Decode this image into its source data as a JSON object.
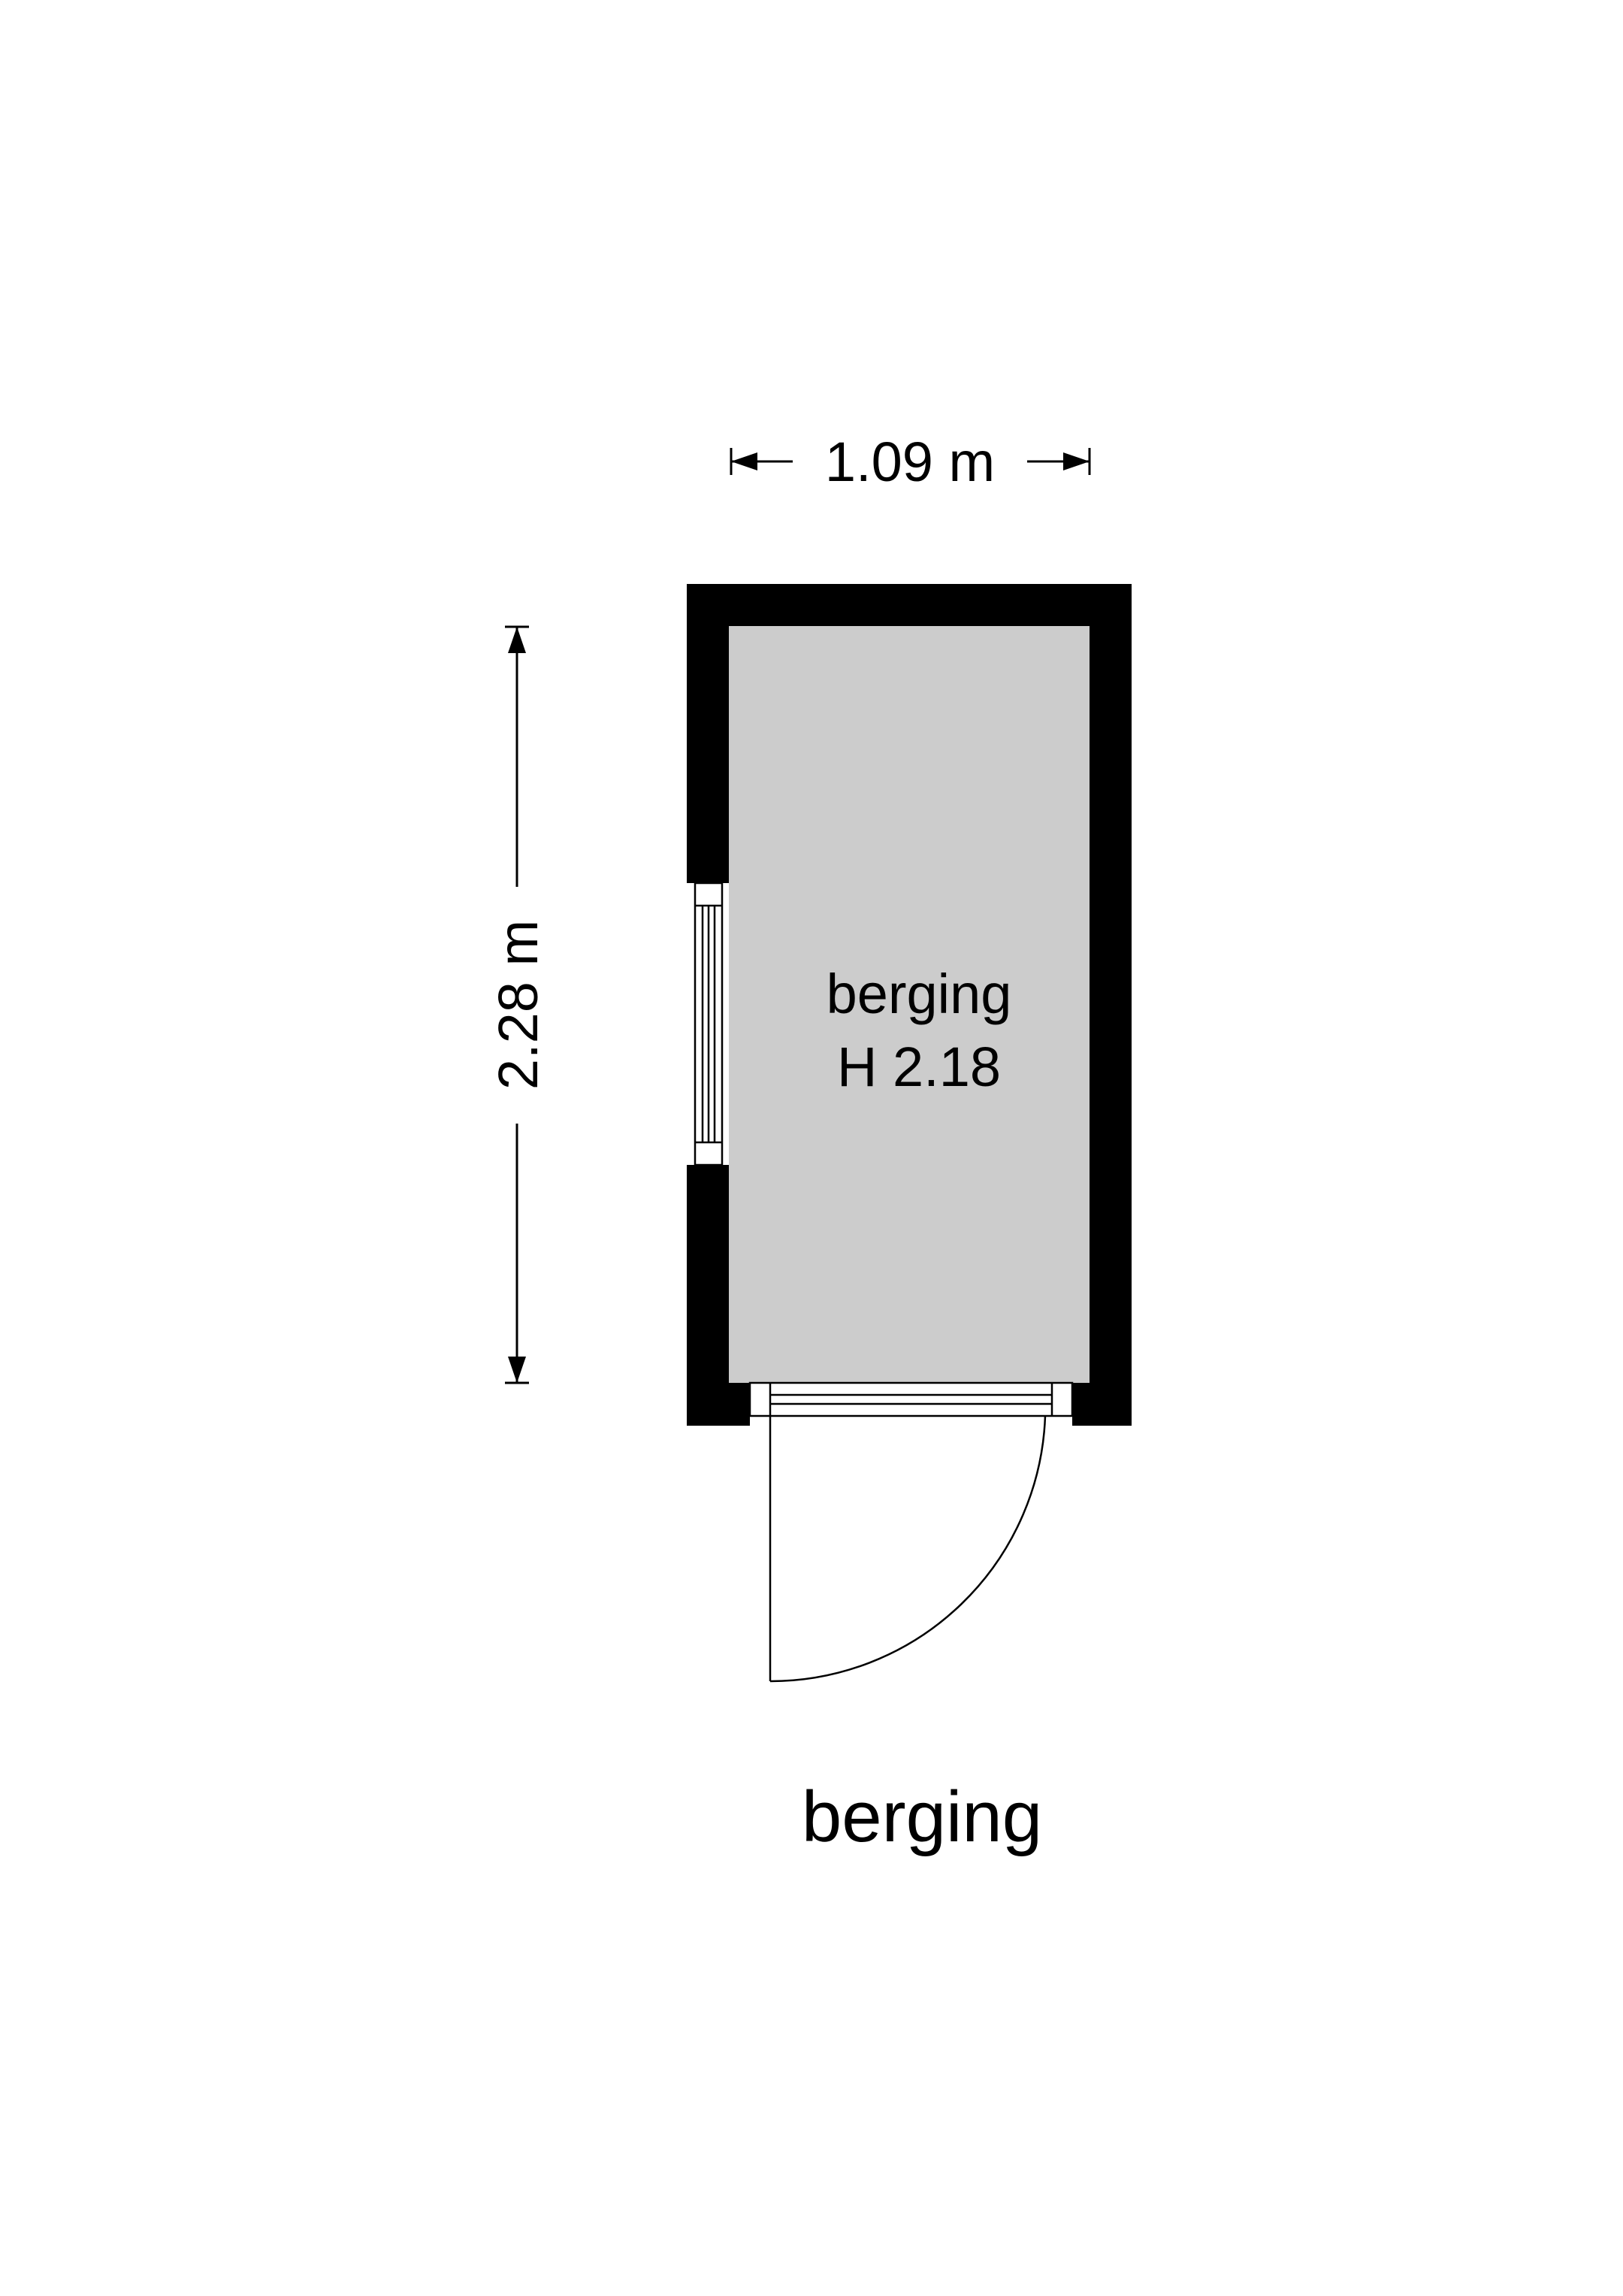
{
  "plan": {
    "width_dimension": "1.09 m",
    "length_dimension": "2.28 m",
    "room": {
      "name": "berging",
      "height": "H 2.18"
    },
    "title": "berging"
  },
  "colors": {
    "wall": "#000000",
    "floor": "#cccccc",
    "line": "#000000",
    "background": "#ffffff"
  }
}
